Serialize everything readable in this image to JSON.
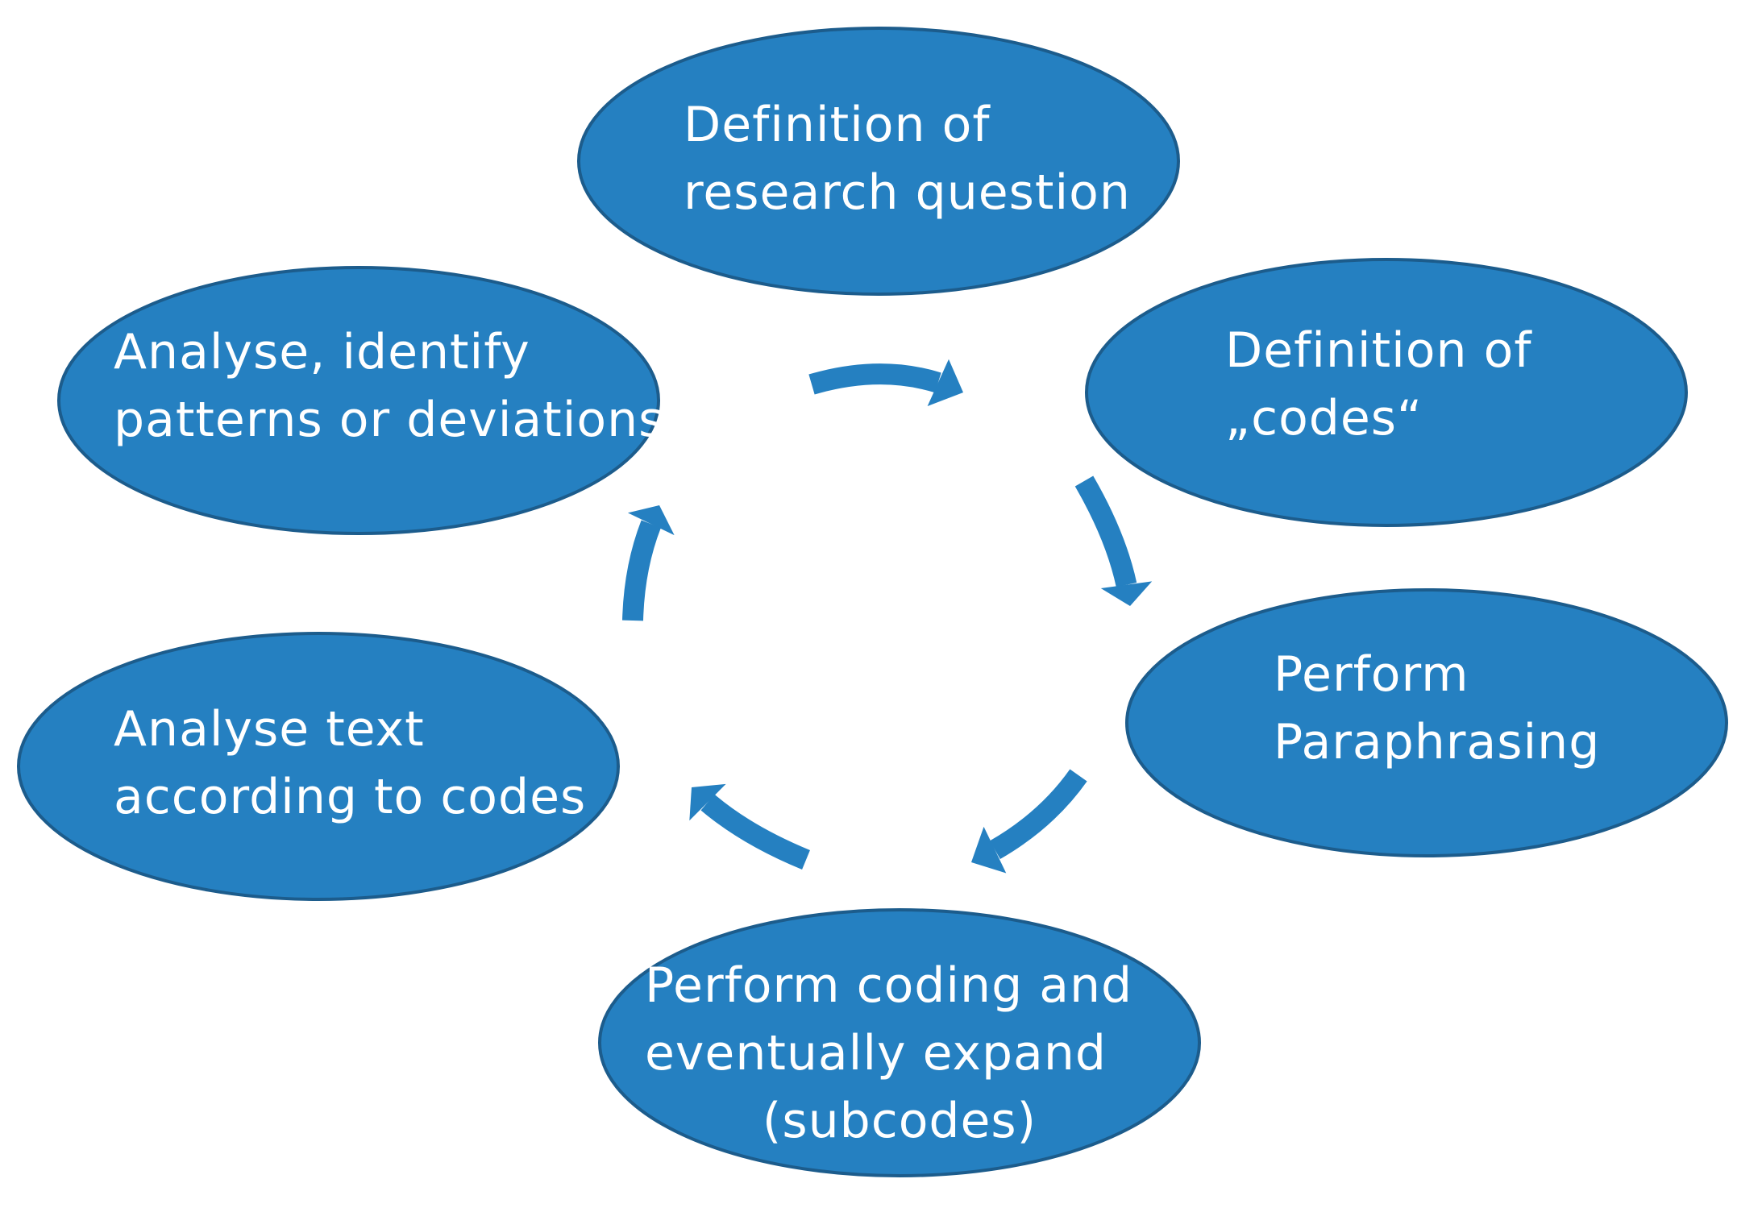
{
  "diagram": {
    "colors": {
      "node_fill": "#2580c1",
      "node_stroke": "#1c5c8c",
      "arrow": "#2580c1",
      "text": "#ffffff",
      "background": "#ffffff"
    },
    "nodes": [
      {
        "id": "research-question",
        "lines": [
          "Definition of",
          "research question"
        ]
      },
      {
        "id": "codes",
        "lines": [
          "Definition of",
          "„codes“"
        ]
      },
      {
        "id": "paraphrasing",
        "lines": [
          "Perform",
          "Paraphrasing"
        ]
      },
      {
        "id": "coding",
        "lines": [
          "Perform coding and",
          "eventually expand",
          "(subcodes)"
        ]
      },
      {
        "id": "analyse-text",
        "lines": [
          "Analyse text",
          "according to codes"
        ]
      },
      {
        "id": "analyse-patterns",
        "lines": [
          "Analyse, identify",
          "patterns or deviations"
        ]
      }
    ],
    "edges": [
      {
        "from": "analyse-patterns",
        "to": "research-question"
      },
      {
        "from": "research-question",
        "to": "codes"
      },
      {
        "from": "codes",
        "to": "paraphrasing"
      },
      {
        "from": "paraphrasing",
        "to": "coding"
      },
      {
        "from": "coding",
        "to": "analyse-text"
      },
      {
        "from": "analyse-text",
        "to": "analyse-patterns"
      }
    ]
  }
}
